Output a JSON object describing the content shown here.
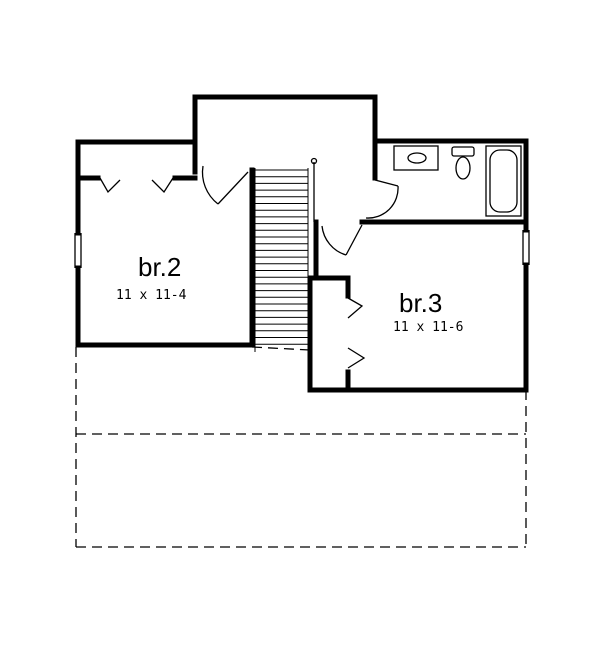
{
  "rooms": [
    {
      "id": "br2",
      "name": "br.2",
      "dimensions": "11 x 11-4"
    },
    {
      "id": "br3",
      "name": "br.3",
      "dimensions": "11 x 11-6"
    }
  ],
  "colors": {
    "wall": "#000000",
    "background": "#ffffff"
  }
}
